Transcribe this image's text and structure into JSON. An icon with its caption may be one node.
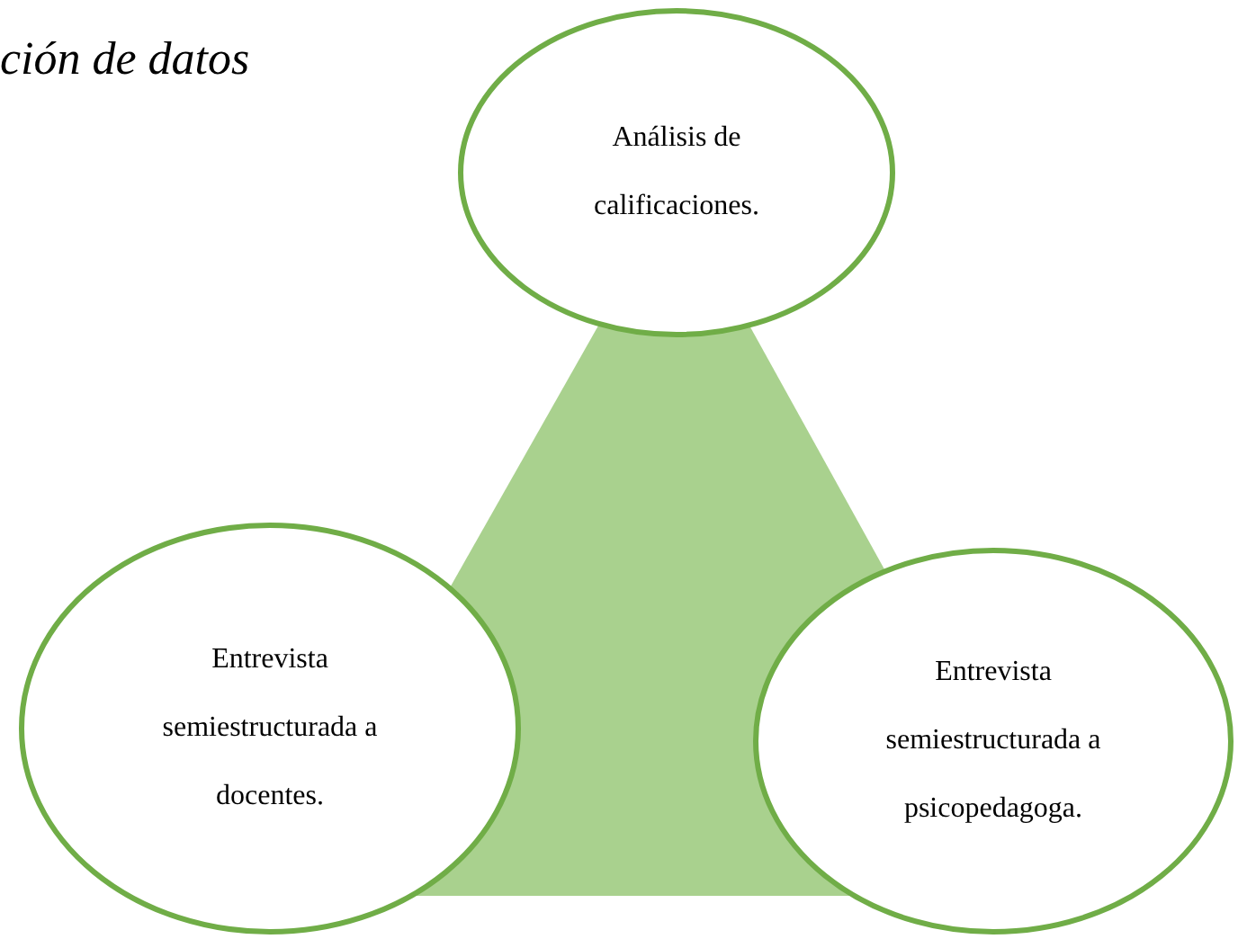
{
  "diagram": {
    "title": "ción de datos",
    "nodes": [
      {
        "text": [
          "Análisis de calificaciones."
        ]
      },
      {
        "text": [
          "Entrevista semiestructurada a docentes."
        ]
      },
      {
        "text": [
          "Entrevista semiestructurada a psicopedagoga."
        ]
      }
    ]
  }
}
